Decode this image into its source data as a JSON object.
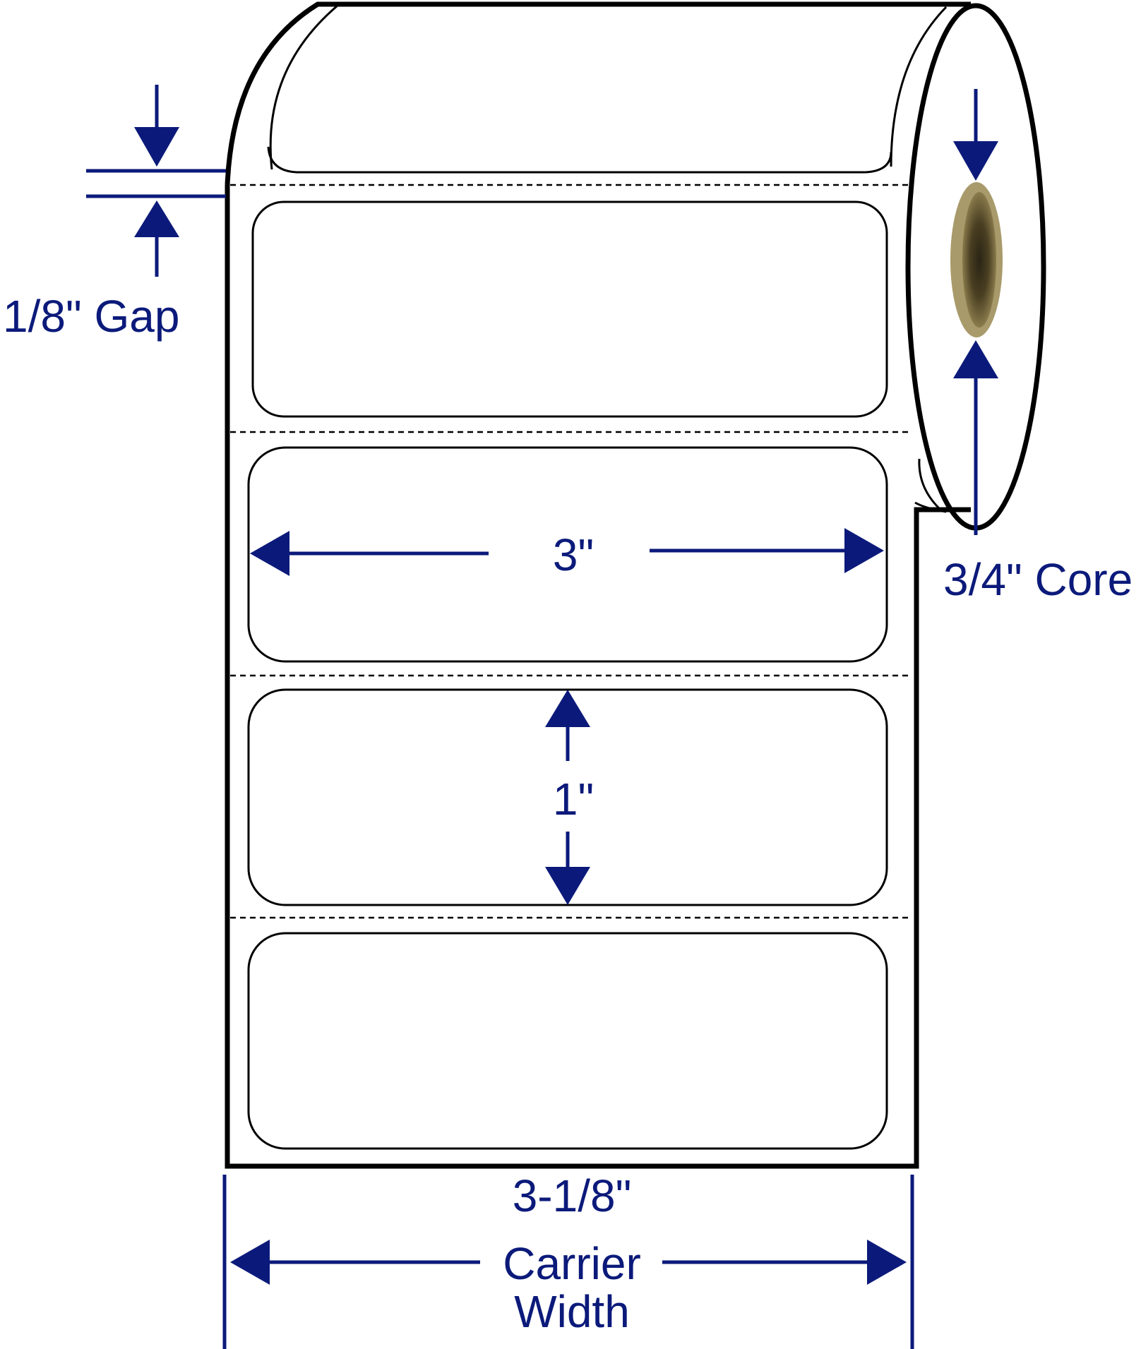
{
  "labels": {
    "gap": "1/8\" Gap",
    "core": "3/4\" Core",
    "label_width": "3\"",
    "label_height": "1\"",
    "carrier_width_line1": "3-1/8\"",
    "carrier_width_line2": "Carrier",
    "carrier_width_line3": "Width"
  },
  "colors": {
    "dimension": "#0b1a7a",
    "outline": "#000000",
    "core_outer": "#a89a6a",
    "core_inner": "#3b3320"
  }
}
